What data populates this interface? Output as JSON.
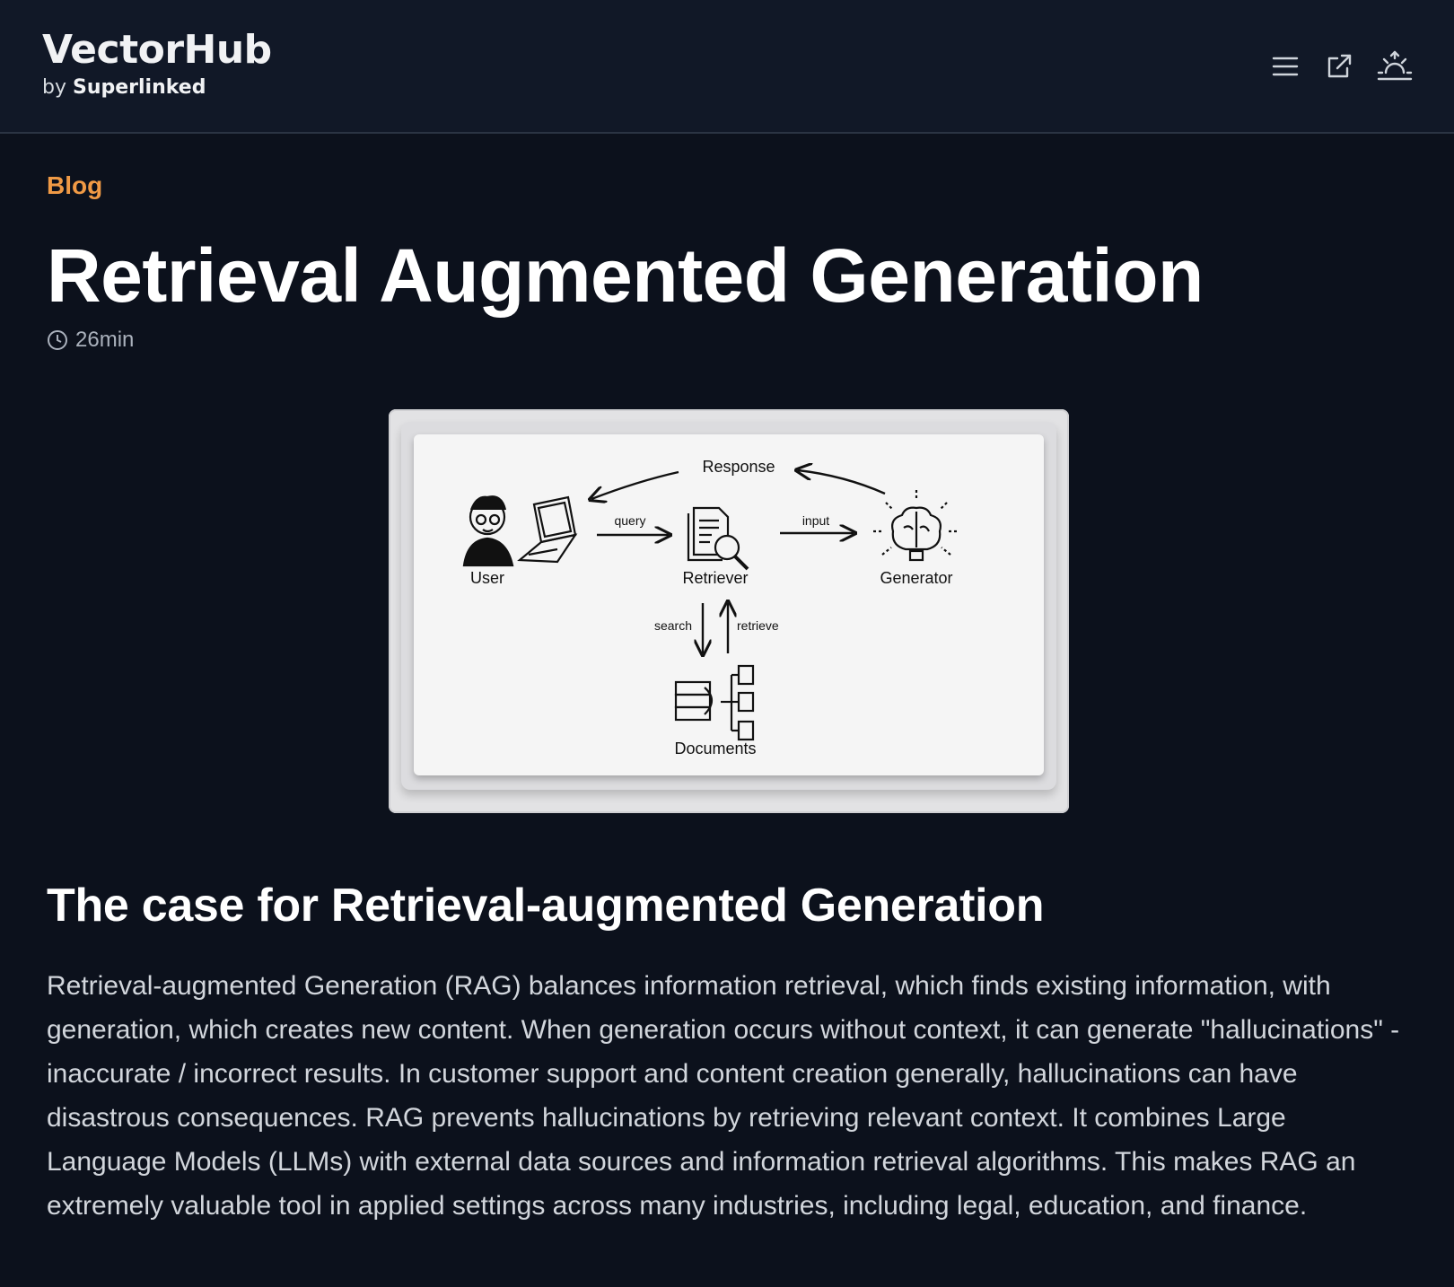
{
  "header": {
    "logo_main": "VectorHub",
    "logo_by": "by",
    "logo_brand": "Superlinked",
    "icons": [
      "menu-icon",
      "external-link-icon",
      "theme-toggle-icon"
    ]
  },
  "article": {
    "category": "Blog",
    "title": "Retrieval Augmented Generation",
    "read_time": "26min",
    "section_title": "The case for Retrieval-augmented Generation",
    "paragraph": "Retrieval-augmented Generation (RAG) balances information retrieval, which finds existing information, with generation, which creates new content. When generation occurs without context, it can generate \"hallucinations\" - inaccurate / incorrect results. In customer support and content creation generally, hallucinations can have disastrous consequences. RAG prevents hallucinations by retrieving relevant context. It combines Large Language Models (LLMs) with external data sources and information retrieval algorithms. This makes RAG an extremely valuable tool in applied settings across many industries, including legal, education, and finance."
  },
  "diagram": {
    "response_label": "Response",
    "user_label": "User",
    "query_label": "query",
    "retriever_label": "Retriever",
    "input_label": "input",
    "generator_label": "Generator",
    "search_label": "search",
    "retrieve_label": "retrieve",
    "documents_label": "Documents"
  },
  "colors": {
    "background": "#0c111c",
    "header_bg": "#111827",
    "accent": "#f09a45",
    "text": "#ffffff"
  }
}
